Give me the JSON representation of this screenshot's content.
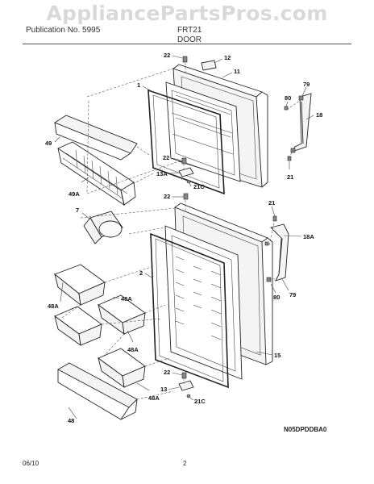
{
  "header": {
    "watermark": "AppliancePartsPros.com",
    "line1_left": "Publication No. 5995",
    "line1_right": "FRT21",
    "section": "DOOR"
  },
  "callouts": [
    {
      "id": "c22a",
      "text": "22"
    },
    {
      "id": "c12",
      "text": "12"
    },
    {
      "id": "c1",
      "text": "1"
    },
    {
      "id": "c11",
      "text": "11"
    },
    {
      "id": "c79a",
      "text": "79"
    },
    {
      "id": "c80a",
      "text": "80"
    },
    {
      "id": "c18",
      "text": "18"
    },
    {
      "id": "c49",
      "text": "49"
    },
    {
      "id": "c49a",
      "text": "49A"
    },
    {
      "id": "c22b",
      "text": "22"
    },
    {
      "id": "c13a",
      "text": "13A"
    },
    {
      "id": "c21ca",
      "text": "21C"
    },
    {
      "id": "c21a",
      "text": "21"
    },
    {
      "id": "c22c",
      "text": "22"
    },
    {
      "id": "c7",
      "text": "7"
    },
    {
      "id": "c21b",
      "text": "21"
    },
    {
      "id": "c18a",
      "text": "18A"
    },
    {
      "id": "c2",
      "text": "2"
    },
    {
      "id": "c80b",
      "text": "80"
    },
    {
      "id": "c79b",
      "text": "79"
    },
    {
      "id": "c48a1",
      "text": "48A"
    },
    {
      "id": "c48a2",
      "text": "48A"
    },
    {
      "id": "c48a3",
      "text": "48A"
    },
    {
      "id": "c15",
      "text": "15"
    },
    {
      "id": "c22d",
      "text": "22"
    },
    {
      "id": "c13",
      "text": "13"
    },
    {
      "id": "c21cb",
      "text": "21C"
    },
    {
      "id": "c48",
      "text": "48"
    }
  ],
  "diagram_code": "N05DPDDBA0",
  "footer": {
    "date": "06/10",
    "page": "2"
  }
}
